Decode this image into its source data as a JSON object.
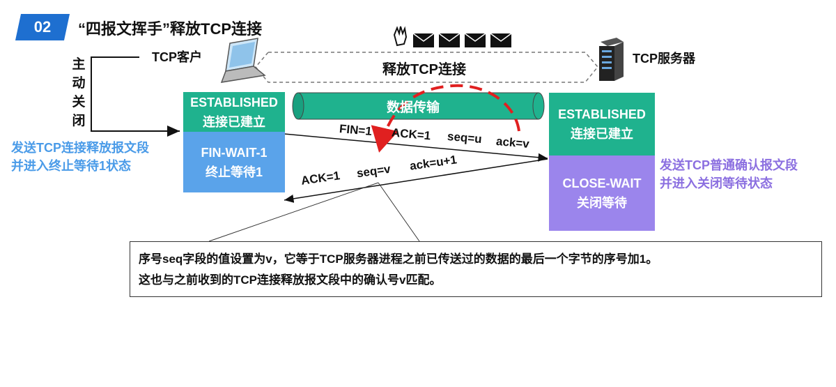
{
  "header": {
    "badge": "02",
    "title": "“四报文挥手”释放TCP连接"
  },
  "client": {
    "label": "TCP客户"
  },
  "server": {
    "label": "TCP服务器"
  },
  "active_close": {
    "chars": [
      "主",
      "动",
      "关",
      "闭"
    ]
  },
  "release_label": "释放TCP连接",
  "data_transfer_label": "数据传输",
  "client_states": {
    "established_en": "ESTABLISHED",
    "established_cn": "连接已建立",
    "finwait_en": "FIN-WAIT-1",
    "finwait_cn": "终止等待1"
  },
  "server_states": {
    "established_en": "ESTABLISHED",
    "established_cn": "连接已建立",
    "closewait_en": "CLOSE-WAIT",
    "closewait_cn": "关闭等待"
  },
  "segment1": {
    "fin": "FIN=1",
    "ack": "ACK=1",
    "seq": "seq=u",
    "ackno": "ack=v"
  },
  "segment2": {
    "ack": "ACK=1",
    "seq": "seq=v",
    "ackno": "ack=u+1"
  },
  "client_note": {
    "line1": "发送TCP连接释放报文段",
    "line2": "并进入终止等待1状态"
  },
  "server_note": {
    "line1": "发送TCP普通确认报文段",
    "line2": "并进入关闭等待状态"
  },
  "callout": {
    "line1": "序号seq字段的值设置为v，它等于TCP服务器进程之前已传送过的数据的最后一个字节的序号加1。",
    "line2": "这也与之前收到的TCP连接释放报文段中的确认号v匹配。"
  },
  "colors": {
    "green": "#1fb28e",
    "blue": "#5aa3ea",
    "purple": "#9b85ec",
    "red": "#e02020",
    "badge": "#1e6fd0"
  }
}
